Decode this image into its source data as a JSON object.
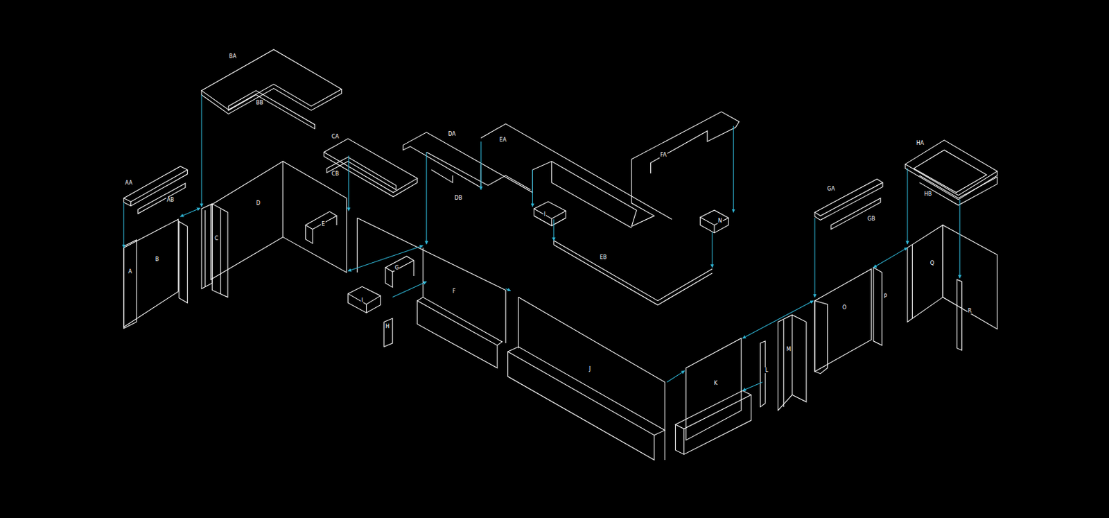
{
  "diagram": {
    "labels": [
      "BA",
      "BB",
      "CA",
      "DA",
      "EA",
      "FA",
      "HA",
      "AA",
      "CB",
      "GA",
      "HB",
      "DB",
      "AB",
      "D",
      "I",
      "GB",
      "N",
      "E",
      "C",
      "EB",
      "B",
      "Q",
      "G",
      "A",
      "F",
      "P",
      "I",
      "O",
      "R",
      "H",
      "M",
      "J",
      "L",
      "K"
    ]
  }
}
